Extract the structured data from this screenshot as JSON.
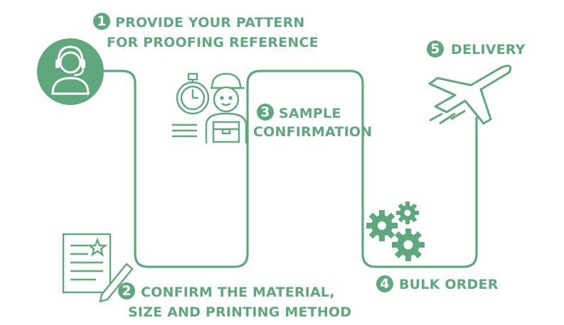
{
  "colors": {
    "accent": "#5fa77c",
    "ink": "#5fa77c",
    "background": "#ffffff"
  },
  "steps": [
    {
      "number": "1",
      "line1": "PROVIDE YOUR PATTERN",
      "line2": "FOR PROOFING REFERENCE",
      "icon": "headset-support-icon"
    },
    {
      "number": "2",
      "line1": "CONFIRM THE MATERIAL,",
      "line2": "SIZE AND PRINTING METHOD",
      "icon": "document-pencil-icon"
    },
    {
      "number": "3",
      "line1": "SAMPLE",
      "line2": "CONFIRMATION",
      "icon": "courier-stopwatch-icon"
    },
    {
      "number": "4",
      "line1": "BULK ORDER",
      "icon": "gears-icon"
    },
    {
      "number": "5",
      "line1": "DELIVERY",
      "icon": "airplane-icon"
    }
  ]
}
